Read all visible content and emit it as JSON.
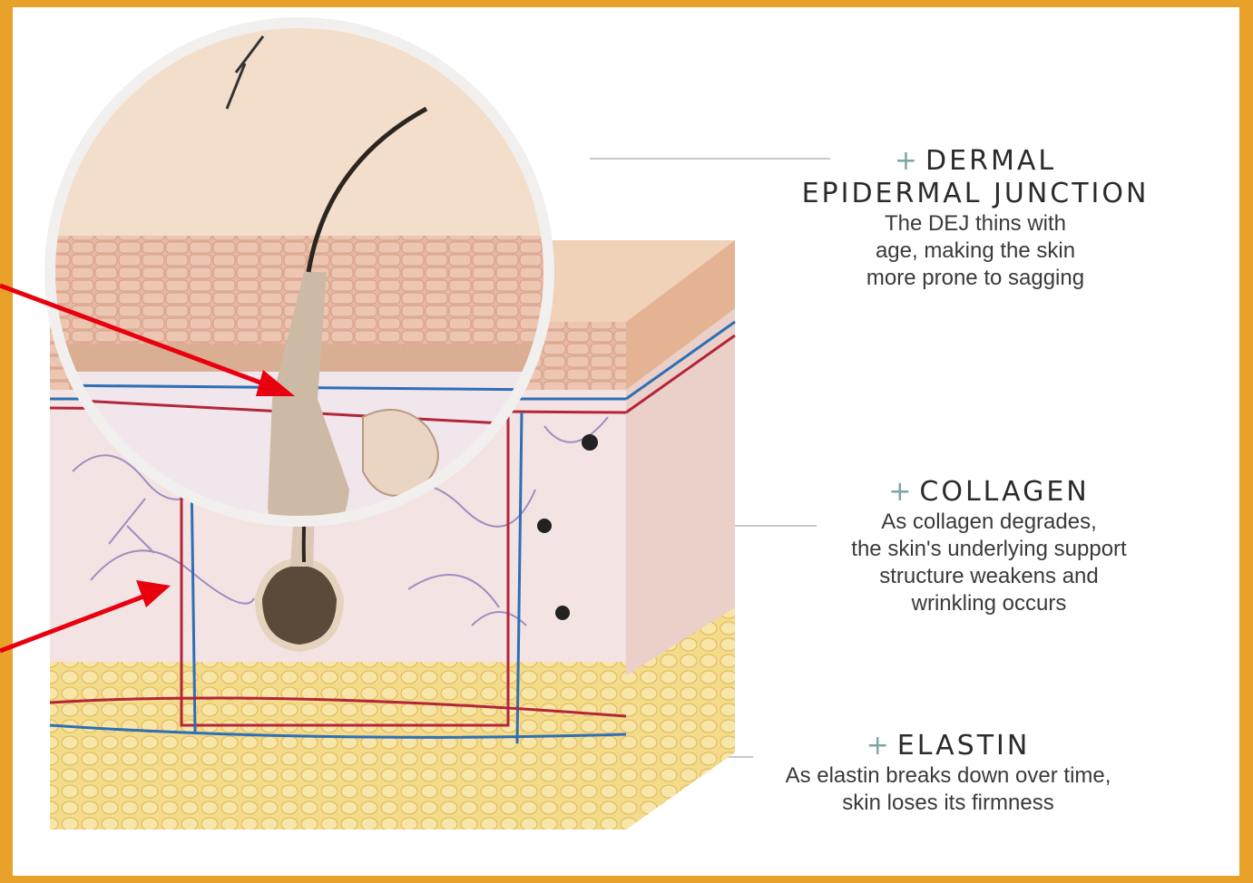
{
  "colors": {
    "border": "#E8A22A",
    "background": "#ffffff",
    "arrow": "#E8000F",
    "plus": "#7aa6a8",
    "epidermis": "#E9C7A6",
    "dermis": "#F1DCDC",
    "fat": "#F2D77E",
    "vein": "#2E6FB5",
    "artery": "#B3263A"
  },
  "callouts": {
    "dej": {
      "plus": "+",
      "title_line1": "DERMAL",
      "title_line2": "EPIDERMAL JUNCTION",
      "description": "The DEJ thins with\nage, making the skin\nmore prone to sagging"
    },
    "collagen": {
      "plus": "+",
      "title": "COLLAGEN",
      "description": "As collagen degrades,\nthe skin's underlying support\nstructure weakens and\nwrinkling occurs"
    },
    "elastin": {
      "plus": "+",
      "title": "ELASTIN",
      "description": "As elastin breaks down over time,\nskin loses its firmness"
    }
  },
  "illustration": {
    "subject": "skin-cross-section",
    "annotations": [
      "red-arrow-to-hair-follicle",
      "red-arrow-to-dermis"
    ]
  }
}
